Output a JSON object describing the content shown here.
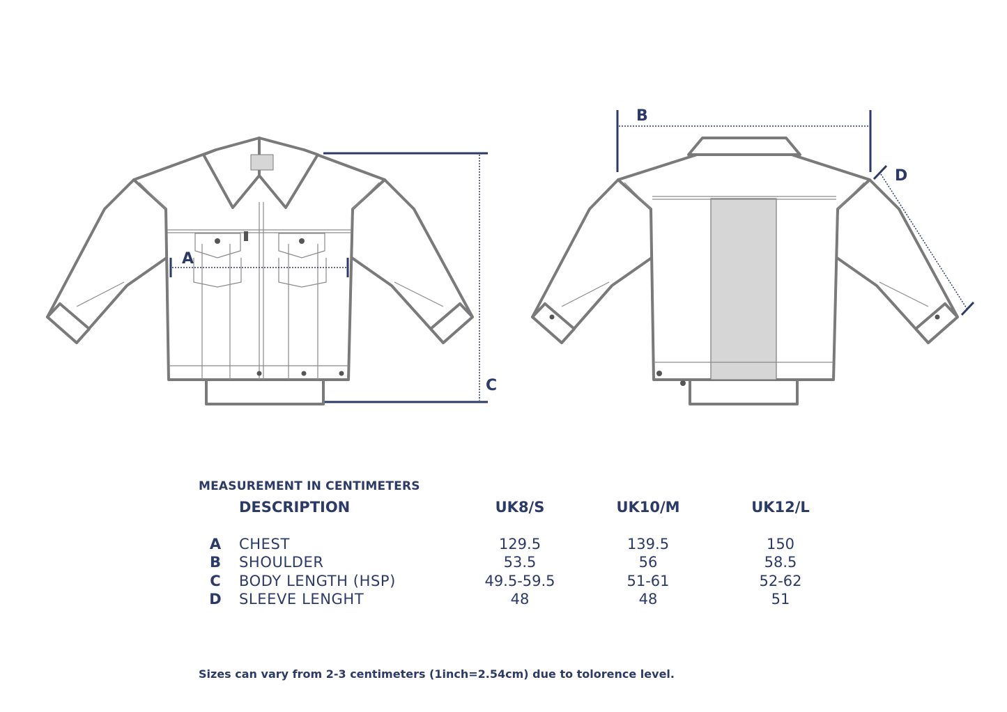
{
  "dimension_labels": {
    "a": "A",
    "b": "B",
    "c": "C",
    "d": "D"
  },
  "table": {
    "title": "MEASUREMENT IN CENTIMETERS",
    "headers": {
      "description": "DESCRIPTION",
      "sizes": [
        "UK8/S",
        "UK10/M",
        "UK12/L"
      ]
    },
    "rows": [
      {
        "letter": "A",
        "description": "CHEST",
        "values": [
          "129.5",
          "139.5",
          "150"
        ]
      },
      {
        "letter": "B",
        "description": "SHOULDER",
        "values": [
          "53.5",
          "56",
          "58.5"
        ]
      },
      {
        "letter": "C",
        "description": "BODY LENGTH (HSP)",
        "values": [
          "49.5-59.5",
          "51-61",
          "52-62"
        ]
      },
      {
        "letter": "D",
        "description": "SLEEVE LENGHT",
        "values": [
          "48",
          "48",
          "51"
        ]
      }
    ]
  },
  "footnote": "Sizes can vary from 2-3 centimeters (1inch=2.54cm) due to tolorence level.",
  "colors": {
    "navy": "#2b3a67",
    "outline": "#7a7a7a",
    "panel": "#d6d6d6"
  }
}
